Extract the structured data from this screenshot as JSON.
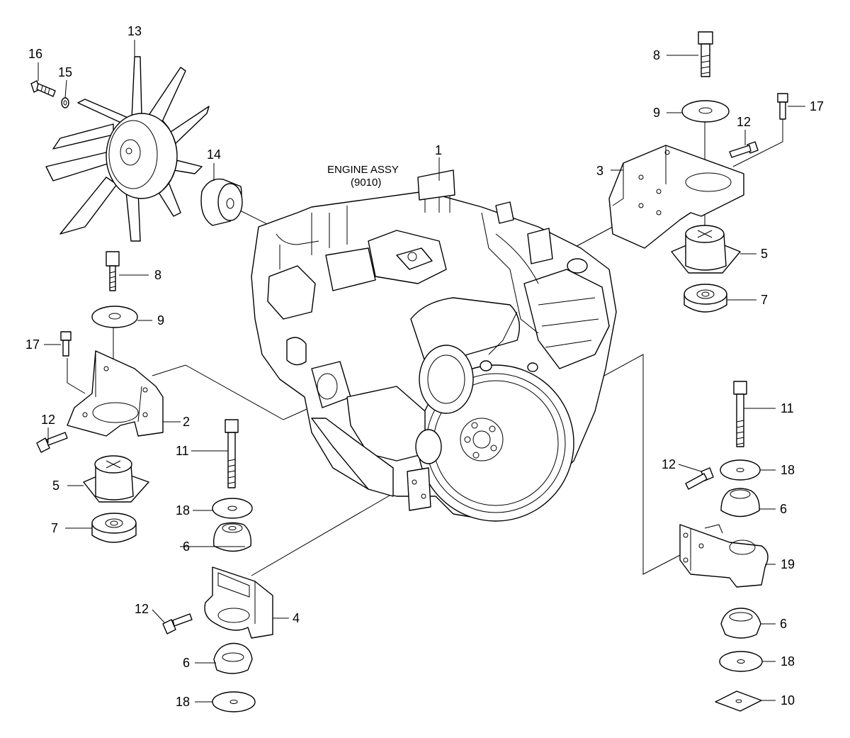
{
  "assembly": {
    "title": "ENGINE ASSY",
    "ref": "(9010)"
  },
  "callouts": {
    "c1": "1",
    "c2": "2",
    "c3": "3",
    "c4": "4",
    "c5_left": "5",
    "c5_right": "5",
    "c6_center_top": "6",
    "c6_center_bottom": "6",
    "c6_right_top": "6",
    "c6_right_bottom": "6",
    "c7_left": "7",
    "c7_right": "7",
    "c8_left": "8",
    "c8_right": "8",
    "c9_left": "9",
    "c9_right": "9",
    "c10": "10",
    "c11_center": "11",
    "c11_right": "11",
    "c12_left": "12",
    "c12_center": "12",
    "c12_top_right": "12",
    "c12_right": "12",
    "c13": "13",
    "c14": "14",
    "c15": "15",
    "c16": "16",
    "c17_left": "17",
    "c17_right": "17",
    "c18_center_top": "18",
    "c18_center_bottom": "18",
    "c18_right_top": "18",
    "c18_right_bottom": "18",
    "c19": "19"
  },
  "colors": {
    "line": "#000000",
    "fill": "#ffffff"
  }
}
